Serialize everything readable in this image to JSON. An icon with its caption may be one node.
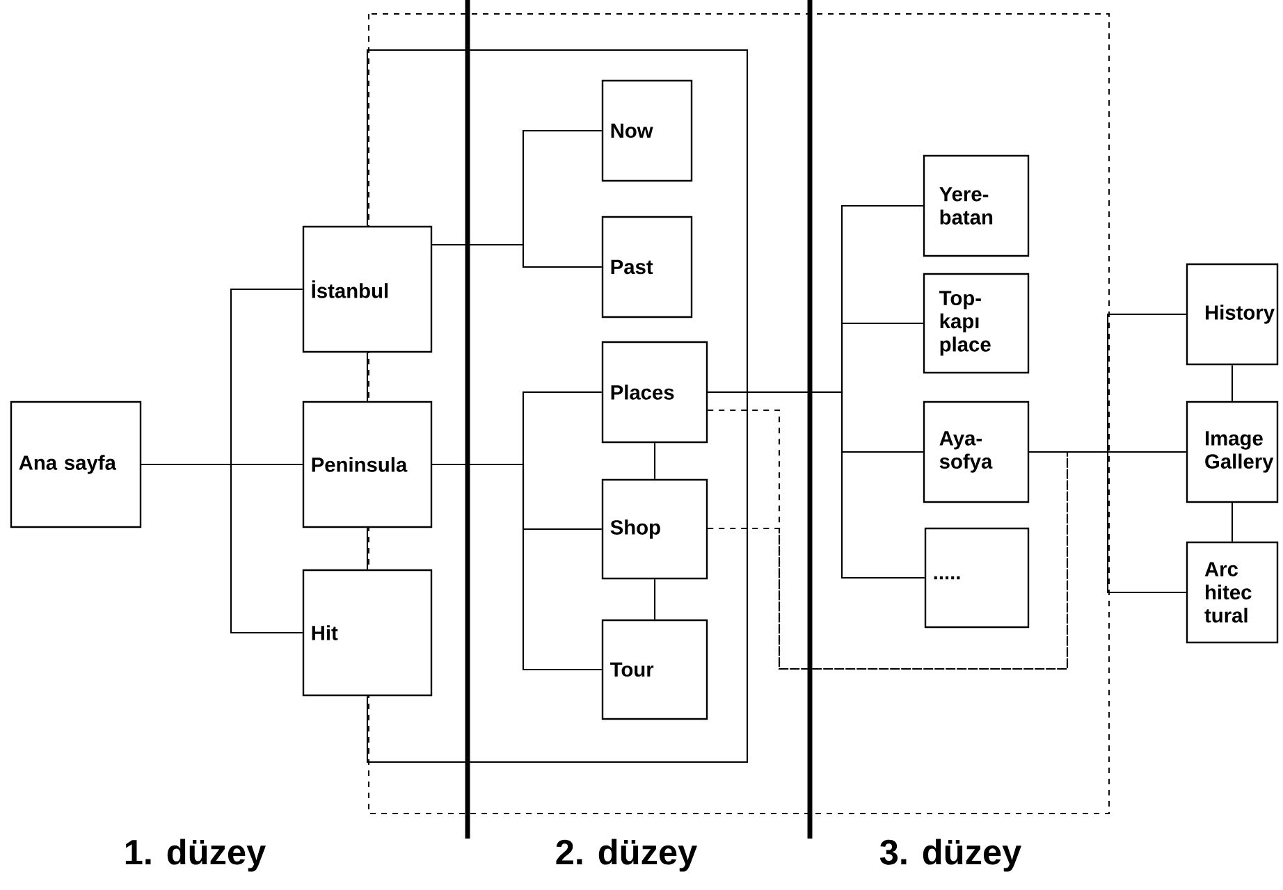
{
  "diagram": {
    "nodes": [
      {
        "text": [
          "Ana sayfa"
        ]
      },
      {
        "text": [
          "İstanbul"
        ]
      },
      {
        "text": [
          "Peninsula"
        ]
      },
      {
        "text": [
          "Hit"
        ]
      },
      {
        "text": [
          "Now"
        ]
      },
      {
        "text": [
          "Past"
        ]
      },
      {
        "text": [
          "Places"
        ]
      },
      {
        "text": [
          "Shop"
        ]
      },
      {
        "text": [
          "Tour"
        ]
      },
      {
        "text": [
          "Yere- batan"
        ]
      },
      {
        "text": [
          "Top- kapı place"
        ]
      },
      {
        "text": [
          "Aya- sofya"
        ]
      },
      {
        "text": [
          "....."
        ]
      },
      {
        "text": [
          "History"
        ]
      },
      {
        "text": [
          "Image Gallery"
        ]
      },
      {
        "text": [
          "Arc hitec tural"
        ]
      }
    ],
    "edges": [
      {
        "from": 0,
        "to": 1,
        "arrow": "none"
      },
      {
        "from": 0,
        "to": 2,
        "arrow": "none"
      },
      {
        "from": 0,
        "to": 3,
        "arrow": "none"
      },
      {
        "from": 1,
        "to": 2,
        "arrow": "none"
      },
      {
        "from": 2,
        "to": 3,
        "arrow": "none"
      },
      {
        "from": 3,
        "to": 1,
        "arrow": "none"
      },
      {
        "from": 1,
        "to": 4,
        "arrow": "none"
      },
      {
        "from": 1,
        "to": 5,
        "arrow": "none"
      },
      {
        "from": 2,
        "to": 6,
        "arrow": "none"
      },
      {
        "from": 2,
        "to": 7,
        "arrow": "none"
      },
      {
        "from": 2,
        "to": 8,
        "arrow": "none"
      },
      {
        "from": 6,
        "to": 7,
        "arrow": "none"
      },
      {
        "from": 7,
        "to": 8,
        "arrow": "none"
      },
      {
        "from": 6,
        "to": 9,
        "arrow": "none"
      },
      {
        "from": 6,
        "to": 10,
        "arrow": "none"
      },
      {
        "from": 6,
        "to": 11,
        "arrow": "none"
      },
      {
        "from": 6,
        "to": 12,
        "arrow": "none"
      },
      {
        "from": 11,
        "to": 13,
        "arrow": "none"
      },
      {
        "from": 11,
        "to": 14,
        "arrow": "none"
      },
      {
        "from": 11,
        "to": 15,
        "arrow": "none"
      },
      {
        "from": 13,
        "to": 14,
        "arrow": "none"
      },
      {
        "from": 14,
        "to": 15,
        "arrow": "none"
      },
      {
        "from": 6,
        "to": 11,
        "arrow": "none",
        "style": "dashed"
      },
      {
        "from": 7,
        "to": 11,
        "arrow": "none",
        "style": "dashed"
      }
    ],
    "labels": [
      "1. düzey",
      "2. düzey",
      "3. düzey"
    ]
  }
}
